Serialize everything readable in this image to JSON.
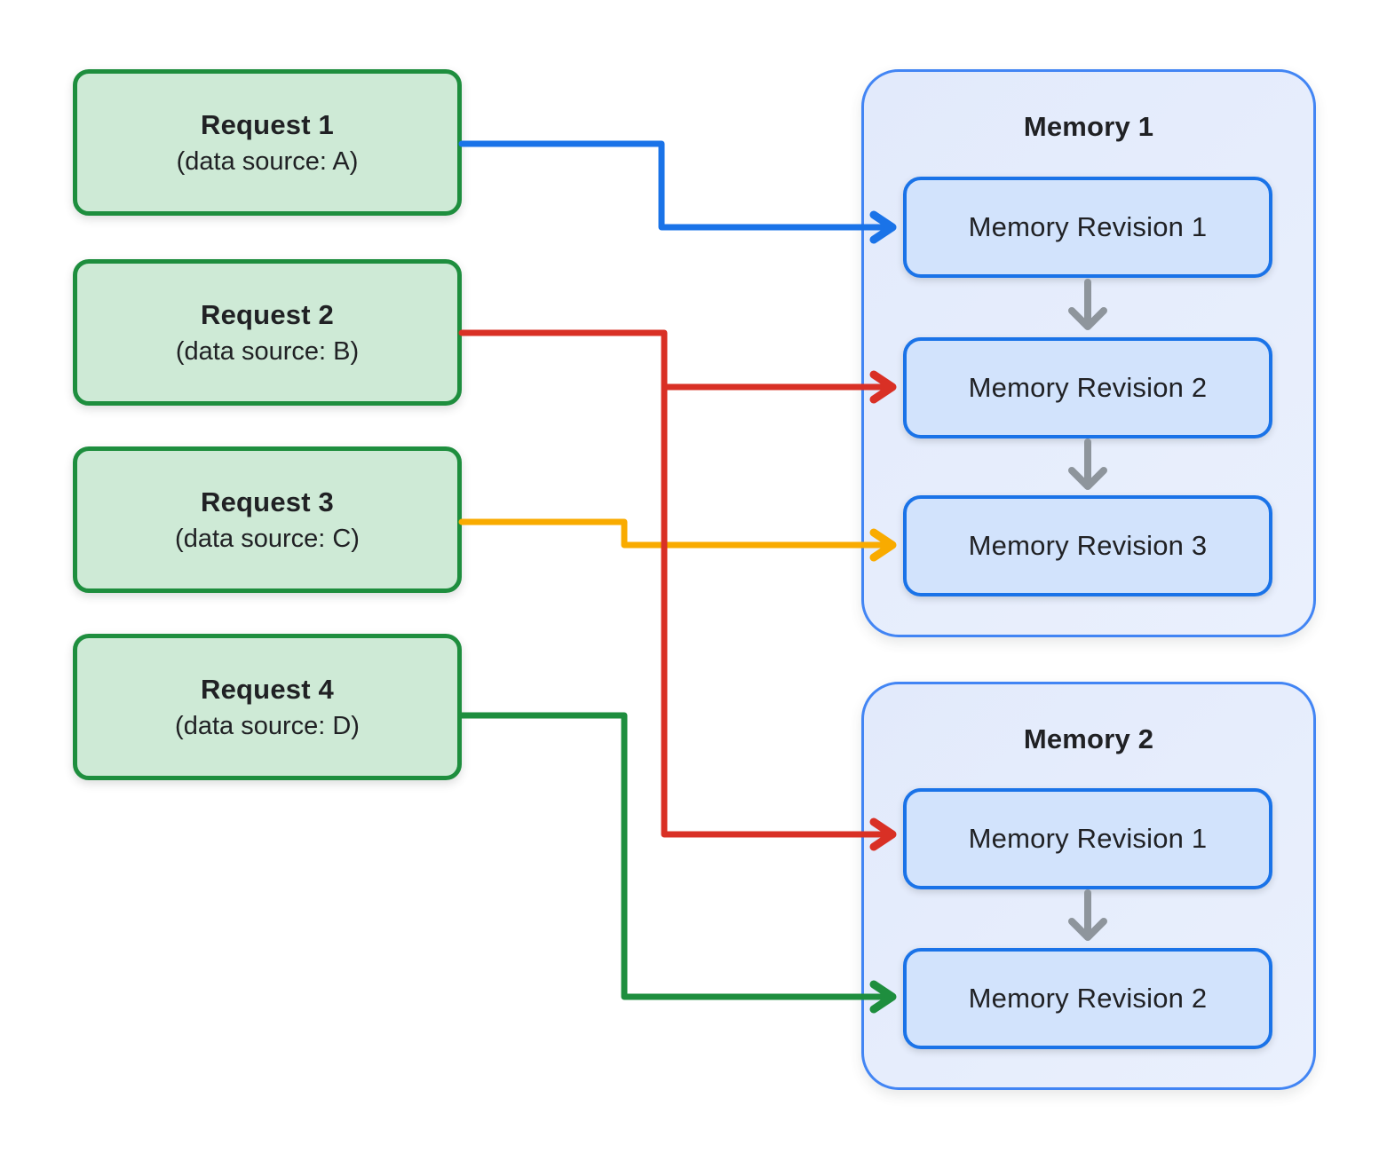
{
  "requests": [
    {
      "title": "Request 1",
      "subtitle": "(data source: A)"
    },
    {
      "title": "Request 2",
      "subtitle": "(data source: B)"
    },
    {
      "title": "Request 3",
      "subtitle": "(data source: C)"
    },
    {
      "title": "Request 4",
      "subtitle": "(data source: D)"
    }
  ],
  "memories": [
    {
      "title": "Memory 1",
      "revisions": [
        "Memory Revision 1",
        "Memory Revision 2",
        "Memory Revision 3"
      ]
    },
    {
      "title": "Memory 2",
      "revisions": [
        "Memory Revision 1",
        "Memory Revision 2"
      ]
    }
  ],
  "connections": [
    {
      "from": "Request 1",
      "to": "Memory 1 / Memory Revision 1",
      "color": "#1a73e8"
    },
    {
      "from": "Request 2",
      "to": "Memory 1 / Memory Revision 2",
      "color": "#d93025"
    },
    {
      "from": "Request 2",
      "to": "Memory 2 / Memory Revision 1",
      "color": "#d93025"
    },
    {
      "from": "Request 3",
      "to": "Memory 1 / Memory Revision 3",
      "color": "#f9ab00"
    },
    {
      "from": "Request 4",
      "to": "Memory 2 / Memory Revision 2",
      "color": "#1e8e3e"
    }
  ],
  "colors": {
    "page_bg": "#ffffff",
    "text": "#202124",
    "request_fill": "#ceead6",
    "request_border": "#1e8e3e",
    "memory_fill": "#e8eefb",
    "memory_border": "#4285f4",
    "revision_fill": "#d2e3fc",
    "revision_border": "#1a73e8",
    "flow_arrow": "#8e959c"
  }
}
